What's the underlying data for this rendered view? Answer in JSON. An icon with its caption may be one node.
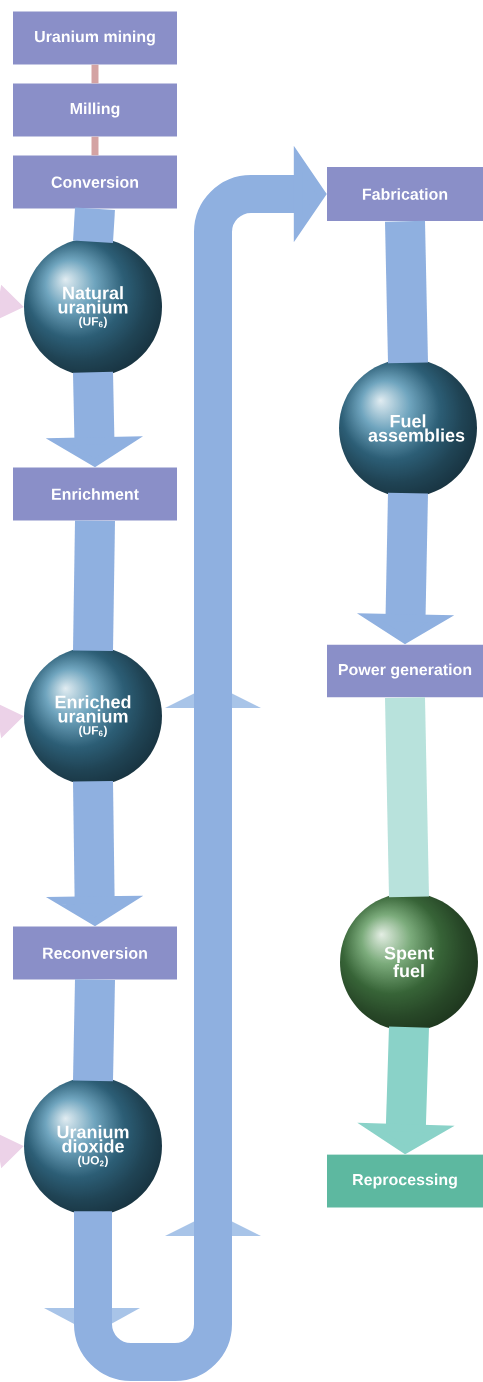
{
  "diagram": {
    "nodes": [
      {
        "text": [
          "Uranium mining"
        ]
      },
      {
        "text": [
          "Milling"
        ]
      },
      {
        "text": [
          "Conversion"
        ]
      },
      {
        "text": [
          "Natural uranium",
          "(UF$_{6}$)"
        ]
      },
      {
        "text": [
          "Enrichment"
        ]
      },
      {
        "text": [
          "Enriched uranium",
          "(UF$_{6}$)"
        ]
      },
      {
        "text": [
          "Reconversion"
        ]
      },
      {
        "text": [
          "Uranium dioxide",
          "(UO$_{2}$)"
        ]
      },
      {
        "text": [
          "Fabrication"
        ]
      },
      {
        "text": [
          "Fuel assemblies"
        ]
      },
      {
        "text": [
          "Power generation"
        ]
      },
      {
        "text": [
          "Spent fuel"
        ]
      },
      {
        "text": [
          "Reprocessing"
        ]
      }
    ],
    "edges": [
      {
        "from": 0,
        "to": 1,
        "arrow": "none",
        "color": "#d4a3a3"
      },
      {
        "from": 1,
        "to": 2,
        "arrow": "none",
        "color": "#d4a3a3"
      },
      {
        "from": 2,
        "to": 3,
        "arrow": "none"
      },
      {
        "from": 3,
        "to": 4,
        "arrow": "to"
      },
      {
        "from": 4,
        "to": 5,
        "arrow": "none"
      },
      {
        "from": 5,
        "to": 6,
        "arrow": "to"
      },
      {
        "from": 6,
        "to": 7,
        "arrow": "none"
      },
      {
        "from": 7,
        "to": 8,
        "arrow": "to"
      },
      {
        "from": 8,
        "to": 9,
        "arrow": "none"
      },
      {
        "from": 9,
        "to": 10,
        "arrow": "to"
      },
      {
        "from": 10,
        "to": 11,
        "arrow": "none",
        "color": "#b8e2dc"
      },
      {
        "from": 11,
        "to": 12,
        "arrow": "to",
        "color": "#8ad2c8"
      },
      {
        "from": null,
        "to": 3,
        "arrow": "to",
        "color": "#ecd2e8"
      },
      {
        "from": null,
        "to": 5,
        "arrow": "to",
        "color": "#ecd2e8"
      },
      {
        "from": null,
        "to": 7,
        "arrow": "to",
        "color": "#ecd2e8"
      }
    ]
  }
}
